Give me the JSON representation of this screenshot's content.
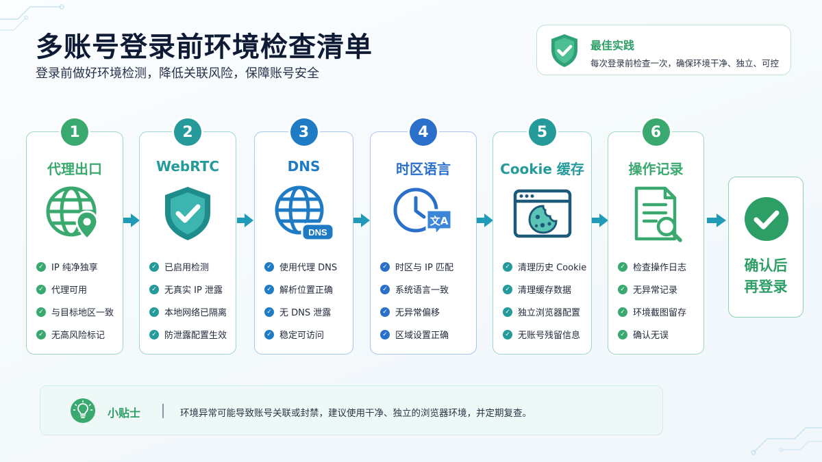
{
  "header": {
    "title": "多账号登录前环境检查清单",
    "subtitle": "登录前做好环境检测，降低关联风险，保障账号安全"
  },
  "best_practice": {
    "title": "最佳实践",
    "text": "每次登录前检查一次，确保环境干净、独立、可控",
    "icon": "shield-check-icon"
  },
  "steps": [
    {
      "number": "1",
      "title": "代理出口",
      "color": "#3aa96f",
      "border": "#9fd8bb",
      "icon": "globe-location-icon",
      "items": [
        "IP 纯净独享",
        "代理可用",
        "与目标地区一致",
        "无高风险标记"
      ]
    },
    {
      "number": "2",
      "title": "WebRTC",
      "color": "#249a9a",
      "border": "#9fd6d4",
      "icon": "shield-check-icon",
      "items": [
        "已启用检测",
        "无真实 IP 泄露",
        "本地网络已隔离",
        "防泄露配置生效"
      ]
    },
    {
      "number": "3",
      "title": "DNS",
      "color": "#1f7cc4",
      "border": "#a5c9ea",
      "icon": "globe-dns-icon",
      "dns_badge": "DNS",
      "items": [
        "使用代理 DNS",
        "解析位置正确",
        "无 DNS 泄露",
        "稳定可访问"
      ]
    },
    {
      "number": "4",
      "title": "时区语言",
      "color": "#2a6fc9",
      "border": "#a8c5ec",
      "icon": "clock-translate-icon",
      "translate_badge": "文A",
      "items": [
        "时区与 IP 匹配",
        "系统语言一致",
        "无异常偏移",
        "区域设置正确"
      ]
    },
    {
      "number": "5",
      "title": "Cookie 缓存",
      "color": "#249a9a",
      "border": "#9fd6d4",
      "icon": "browser-cookie-icon",
      "items": [
        "清理历史 Cookie",
        "清理缓存数据",
        "独立浏览器配置",
        "无账号残留信息"
      ]
    },
    {
      "number": "6",
      "title": "操作记录",
      "color": "#3aa96f",
      "border": "#9fd8bb",
      "icon": "document-search-icon",
      "items": [
        "检查操作日志",
        "无异常记录",
        "环境截图留存",
        "确认无误"
      ]
    }
  ],
  "final": {
    "text_line1": "确认后",
    "text_line2": "再登录",
    "icon": "check-circle-icon",
    "color": "#2e9e67"
  },
  "tip": {
    "label": "小贴士",
    "text": "环境异常可能导致账号关联或封禁，建议使用干净、独立的浏览器环境，并定期复查。",
    "icon": "lightbulb-icon"
  },
  "colors": {
    "green": "#3aa96f",
    "teal": "#249a9a",
    "blue": "#1f7cc4",
    "arrow": "#1f9bb8",
    "title": "#0f1b35"
  }
}
